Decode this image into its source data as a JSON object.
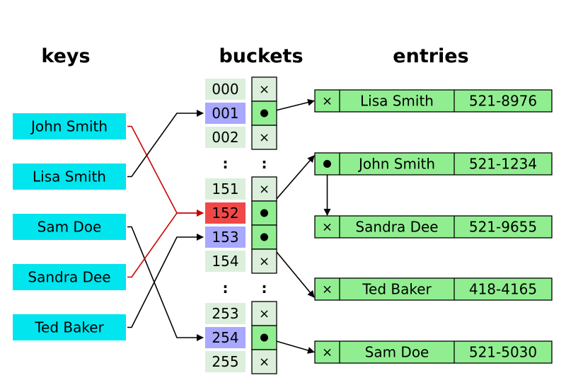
{
  "headers": {
    "keys": "keys",
    "buckets": "buckets",
    "entries": "entries"
  },
  "colors": {
    "key_fill": "#00e5ee",
    "bucket_fill": "#dcefdc",
    "bucket_highlight": "#a8a8ff",
    "bucket_collision": "#f04848",
    "slot_fill": "#dcefdc",
    "slot_used": "#90ee90",
    "entry_fill": "#90ee90",
    "arrow_normal": "#000000",
    "arrow_collision": "#cc0000"
  },
  "icons": {
    "empty_slot": "×",
    "pointer": "filled-dot"
  },
  "keys": [
    {
      "label": "John Smith"
    },
    {
      "label": "Lisa Smith"
    },
    {
      "label": "Sam Doe"
    },
    {
      "label": "Sandra Dee"
    },
    {
      "label": "Ted Baker"
    }
  ],
  "bucket_groups": [
    {
      "buckets": [
        {
          "index": "000",
          "state": "plain",
          "slot": "empty"
        },
        {
          "index": "001",
          "state": "highlight",
          "slot": "pointer"
        },
        {
          "index": "002",
          "state": "plain",
          "slot": "empty"
        }
      ]
    },
    {
      "buckets": [
        {
          "index": "151",
          "state": "plain",
          "slot": "empty"
        },
        {
          "index": "152",
          "state": "collision",
          "slot": "pointer"
        },
        {
          "index": "153",
          "state": "highlight",
          "slot": "pointer"
        },
        {
          "index": "154",
          "state": "plain",
          "slot": "empty"
        }
      ]
    },
    {
      "buckets": [
        {
          "index": "253",
          "state": "plain",
          "slot": "empty"
        },
        {
          "index": "254",
          "state": "highlight",
          "slot": "pointer"
        },
        {
          "index": "255",
          "state": "plain",
          "slot": "empty"
        }
      ]
    }
  ],
  "ellipsis": ":",
  "entries": [
    {
      "name": "Lisa Smith",
      "phone": "521-8976",
      "next": "empty"
    },
    {
      "name": "John Smith",
      "phone": "521-1234",
      "next": "pointer"
    },
    {
      "name": "Sandra Dee",
      "phone": "521-9655",
      "next": "empty"
    },
    {
      "name": "Ted Baker",
      "phone": "418-4165",
      "next": "empty"
    },
    {
      "name": "Sam Doe",
      "phone": "521-5030",
      "next": "empty"
    }
  ],
  "hash_links": [
    {
      "key": "John Smith",
      "bucket": "152",
      "collision": true
    },
    {
      "key": "Lisa Smith",
      "bucket": "001",
      "collision": false
    },
    {
      "key": "Sam Doe",
      "bucket": "254",
      "collision": false
    },
    {
      "key": "Sandra Dee",
      "bucket": "152",
      "collision": true
    },
    {
      "key": "Ted Baker",
      "bucket": "153",
      "collision": false
    }
  ],
  "bucket_links": [
    {
      "bucket": "001",
      "entry": "Lisa Smith"
    },
    {
      "bucket": "152",
      "entry": "John Smith"
    },
    {
      "bucket": "153",
      "entry": "Ted Baker"
    },
    {
      "bucket": "254",
      "entry": "Sam Doe"
    }
  ],
  "chain_links": [
    {
      "from": "John Smith",
      "to": "Sandra Dee"
    }
  ]
}
